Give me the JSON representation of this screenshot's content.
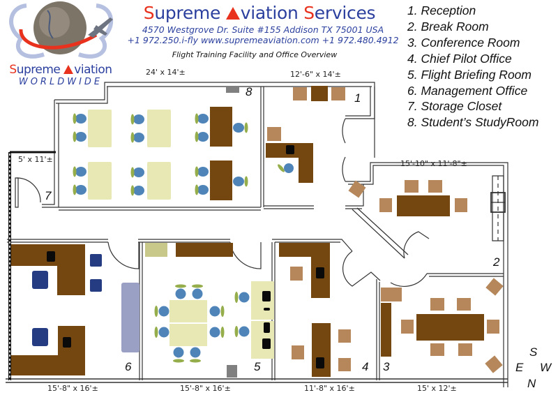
{
  "header": {
    "title_parts": [
      {
        "cap": "S",
        "rest": "upreme "
      },
      {
        "cap": "A",
        "rest": "viation "
      },
      {
        "cap": "S",
        "rest": "ervices"
      }
    ],
    "address": "4570 Westgrove Dr. Suite #155 Addison TX 75001 USA",
    "contact": "+1 972.250.i-fly  www.supremeaviation.com +1 972.480.4912",
    "subtitle": "Flight Training Facility and Office Overview"
  },
  "logo": {
    "name_s": "S",
    "name_mid": "upreme ",
    "name_end": "viation",
    "tagline": "WORLDWIDE",
    "icon": "globe-butterfly-airplane-logo"
  },
  "legend": [
    "1. Reception",
    "2. Break Room",
    "3. Conference Room",
    "4. Chief Pilot Office",
    "5. Flight Briefing Room",
    "6. Management Office",
    "7. Storage Closet",
    "8. Student’s StudyRoom"
  ],
  "rooms": [
    {
      "number": "1",
      "name": "Reception",
      "dimensions": "12'-6\" x 14'±"
    },
    {
      "number": "2",
      "name": "Break Room",
      "dimensions": "15'-10\" x 11'-8\"±"
    },
    {
      "number": "3",
      "name": "Conference Room",
      "dimensions": "15' x 12'±"
    },
    {
      "number": "4",
      "name": "Chief Pilot Office",
      "dimensions": "11'-8\" x 16'±"
    },
    {
      "number": "5",
      "name": "Flight Briefing Room",
      "dimensions": "15'-8\" x 16'±"
    },
    {
      "number": "6",
      "name": "Management Office",
      "dimensions": "15'-8\" x 16'±"
    },
    {
      "number": "7",
      "name": "Storage Closet",
      "dimensions": "5' x 11'±"
    },
    {
      "number": "8",
      "name": "Student’s StudyRoom",
      "dimensions": "24' x 14'±"
    }
  ],
  "compass": {
    "north": "N",
    "south": "S",
    "east": "E",
    "west": "W"
  },
  "colors": {
    "brand_red": "#e8321e",
    "brand_blue": "#2b3f9e",
    "desk_brown": "#744710",
    "chair_tan": "#b5875a",
    "table_cream": "#e8e8b4",
    "chair_blue": "#4f84b8",
    "chair_green": "#95ad4a",
    "exec_chair_navy": "#253b82",
    "sofa_lavender": "#9a9fc4",
    "trash_gray": "#808080",
    "monitor_black": "#0a0a0a"
  }
}
